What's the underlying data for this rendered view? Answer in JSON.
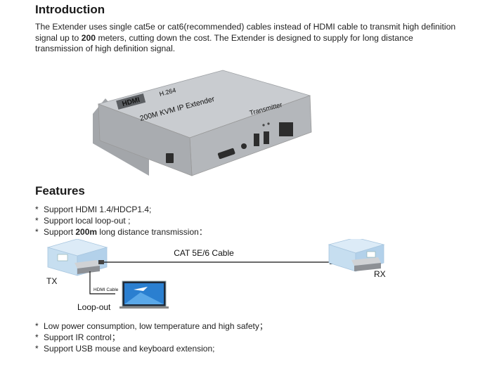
{
  "intro": {
    "title": "Introduction",
    "paragraph": {
      "part1": "The Extender uses single cat5e or cat6(recommended) cables instead of HDMI cable to transmit high definition signal up to ",
      "distance": "200",
      "part2": " meters, cutting down the cost. The Extender is designed to supply for long distance transmission of high definition signal."
    }
  },
  "product": {
    "brand": "HDMI",
    "codec": "H.264",
    "name": "200M KVM IP Extender",
    "role": "Transmitter"
  },
  "features": {
    "title": "Features",
    "list1": [
      {
        "pre": "Support HDMI 1.4/HDCP1.4;",
        "bold": "",
        "post": ""
      },
      {
        "pre": "Support local loop-out ;",
        "bold": "",
        "post": ""
      },
      {
        "pre": "Support ",
        "bold": "200m",
        "post": " long distance transmission："
      }
    ],
    "list2": [
      {
        "pre": "Low power consumption, low temperature and high safety；",
        "bold": "",
        "post": ""
      },
      {
        "pre": "Support IR control；",
        "bold": "",
        "post": ""
      },
      {
        "pre": "Support USB mouse and keyboard extension;",
        "bold": "",
        "post": ""
      }
    ]
  },
  "diagram": {
    "cable_label": "CAT 5E/6 Cable",
    "tx_label": "TX",
    "rx_label": "RX",
    "hdmi_cable_label": "HDMI Cable",
    "loopout_label": "Loop-out"
  },
  "colors": {
    "device_body": "#b9bcc0",
    "device_dark": "#8d9095",
    "room_blue": "#c6def0",
    "screen_blue": "#2a7fd0"
  }
}
